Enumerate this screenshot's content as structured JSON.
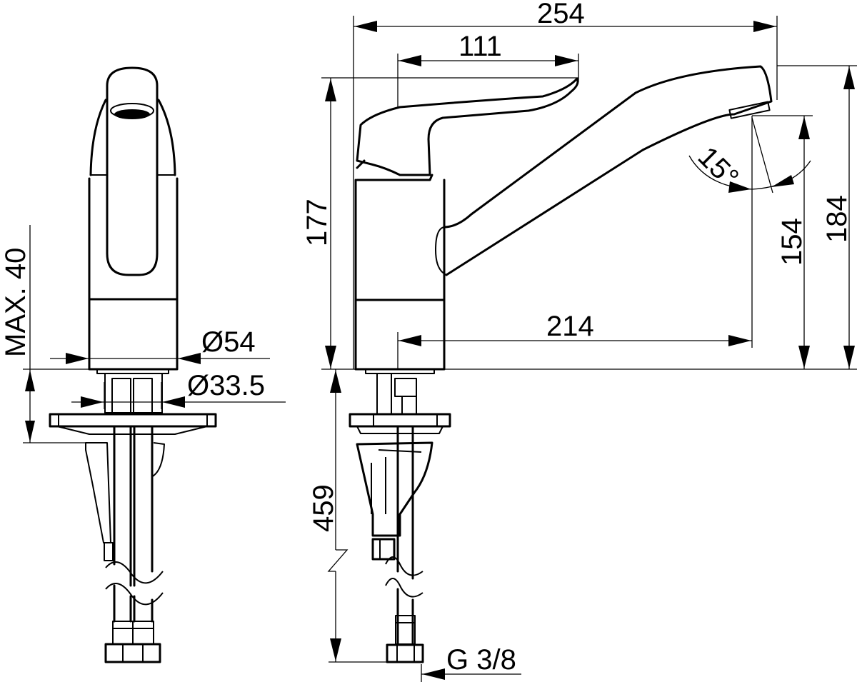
{
  "drawing": {
    "subject": "Single-lever kitchen faucet technical drawing",
    "views": [
      "front view",
      "side view"
    ],
    "units": "mm",
    "stroke_color": "#000000",
    "background_color": "#ffffff"
  },
  "front_view": {
    "dimensions": {
      "max_deck_thickness": "MAX. 40",
      "base_diameter": "Ø54",
      "mounting_hole_diameter": "Ø33.5"
    }
  },
  "side_view": {
    "dimensions": {
      "overall_length": "254",
      "lever_length": "111",
      "spout_reach": "214",
      "total_height": "177",
      "spout_outlet_height": "154",
      "spout_top_height": "184",
      "swivel_angle": "15°",
      "hose_length": "459",
      "connection_thread": "G 3/8"
    }
  }
}
